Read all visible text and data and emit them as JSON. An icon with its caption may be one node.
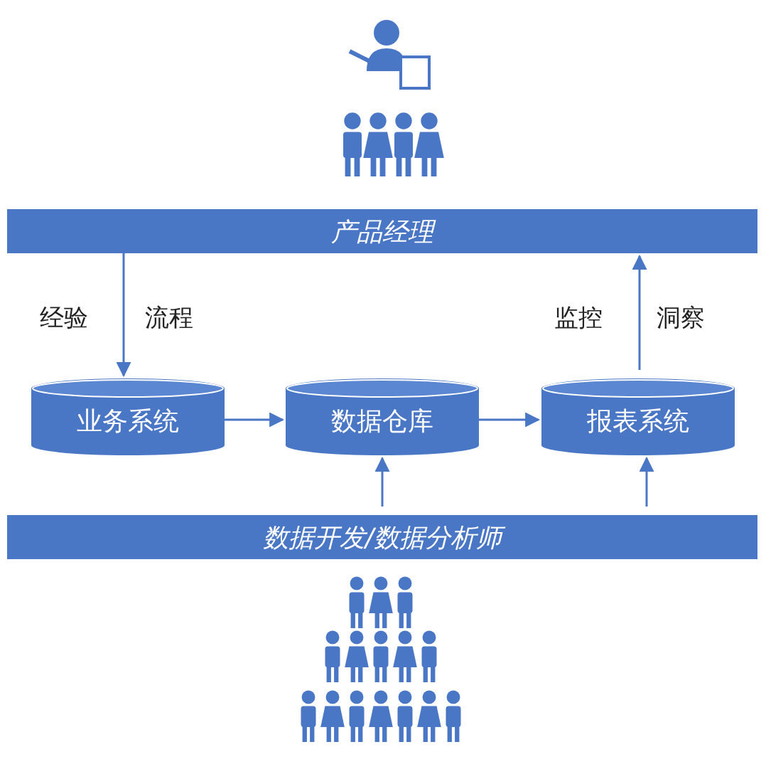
{
  "diagram": {
    "nodes": [
      {
        "text": [
          "产品经理"
        ]
      },
      {
        "text": [
          "业务系统"
        ]
      },
      {
        "text": [
          "数据仓库"
        ]
      },
      {
        "text": [
          "报表系统"
        ]
      },
      {
        "text": [
          "数据开发/数据分析师"
        ]
      }
    ],
    "edges": [
      {
        "from": 0,
        "to": 1,
        "arrow": "to"
      },
      {
        "from": 1,
        "to": 2,
        "arrow": "to"
      },
      {
        "from": 2,
        "to": 3,
        "arrow": "to"
      },
      {
        "from": 3,
        "to": 0,
        "arrow": "to"
      },
      {
        "from": 4,
        "to": 2,
        "arrow": "to"
      },
      {
        "from": 4,
        "to": 3,
        "arrow": "to"
      }
    ],
    "labels": [
      "经验",
      "流程",
      "监控",
      "洞察"
    ]
  }
}
